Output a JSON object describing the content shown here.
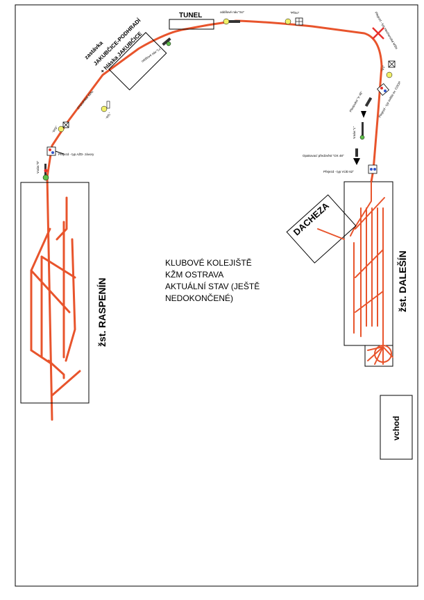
{
  "title_lines": [
    "KLUBOVÉ KOLEJIŠTĚ",
    "KŽM OSTRAVA",
    "AKTUÁLNÍ STAV (JEŠTĚ",
    "NEDOKONČENÉ)"
  ],
  "stations": {
    "raspenin": "žst. RASPENÍN",
    "dalesin": "žst. DALEŠÍN"
  },
  "labels": {
    "tunnel": "TUNEL",
    "stop_line1": "zastávka",
    "stop_line2": "JAKUBČICE-PODHRADÍ",
    "stop_line3": "+ hláska JAKUBČICE",
    "siding": "DACHEZA",
    "entrance": "vchod"
  },
  "small_labels": {
    "block_sign_so": "oddílové náv.\"So\"",
    "presignal_pso": "\"PřSo\"",
    "block_sign_lc": "oddílové náv.\"Lc\"",
    "climb": "STOUPÁNÍ 40‰",
    "presignal_pl": "\"PřL\"",
    "presignal_ps": "\"PřS\"",
    "crossing_azd": "Přejezd - typ AŽD- závory",
    "entry_signal_s": "V.náv.\"S\"",
    "crossing_mech": "Přejezd - typ mechanické kříže",
    "presignal_p1": "\"P1\"",
    "crossing_coop": "Přejezd - typ světla ov. COOP",
    "presignal_x48": "Předzvěst \"X 48\"",
    "entry_signal_l": "V.náv.\"L\"",
    "repeat_presignal": "Opakovací předzvěst \"OX 48\"",
    "crossing_vud": "Přejezd - typ VÚD 62\""
  },
  "colors": {
    "track": "#e8542c",
    "frame": "#000000",
    "signal_yellow": "#f2f06a",
    "signal_green": "#5fbf4a",
    "signal_red": "#e8302c",
    "crossing_blue": "#3357c8"
  }
}
